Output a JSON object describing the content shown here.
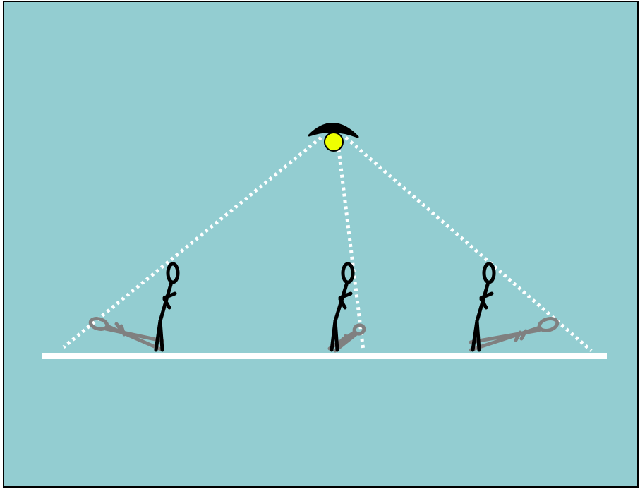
{
  "colors": {
    "background": "#93CDD1",
    "frame": "#000000",
    "ground": "#FFFFFF",
    "light_rays": "#FFFFFF",
    "lamp_shade": "#000000",
    "bulb": "#EEFF00",
    "figure": "#000000",
    "shadow": "#808080"
  },
  "icons": {
    "lamp": "lamp-icon",
    "bulb": "bulb-icon",
    "person": "stick-figure-icon",
    "shadow": "shadow-icon"
  },
  "figures": [
    {
      "id": "left",
      "shadow_direction": "left"
    },
    {
      "id": "middle",
      "shadow_direction": "right-short"
    },
    {
      "id": "right",
      "shadow_direction": "right"
    }
  ]
}
